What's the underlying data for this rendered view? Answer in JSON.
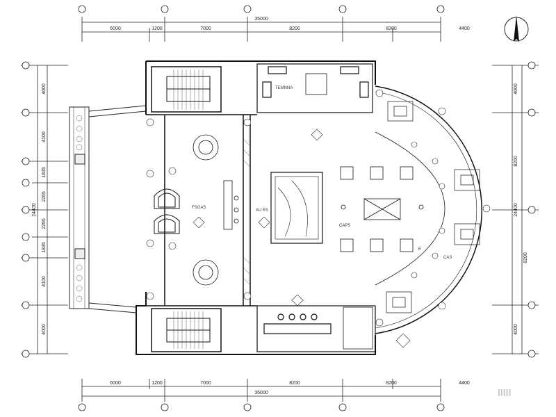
{
  "dimensions": {
    "top_total": "35000",
    "bottom_total": "35000",
    "segments": [
      "6000",
      "1200",
      "7000",
      "8200",
      "8200",
      "4400"
    ],
    "left_total": "24400",
    "left_segments": [
      "4000",
      "4100",
      "1835",
      "2265",
      "2265",
      "1835",
      "4100",
      "4000"
    ],
    "right_total": "24400",
    "right_segments": [
      "4000",
      "8200",
      "8200",
      "4000"
    ]
  },
  "room_labels": {
    "top_room": "TEMNNA",
    "left_hall": "FSGAS",
    "center_hall": "AU ES",
    "lobby": "CAPS",
    "right_lounge": "CAS",
    "door_e": "E"
  },
  "north_arrow": "north-arrow-icon",
  "watermark": "lllll"
}
